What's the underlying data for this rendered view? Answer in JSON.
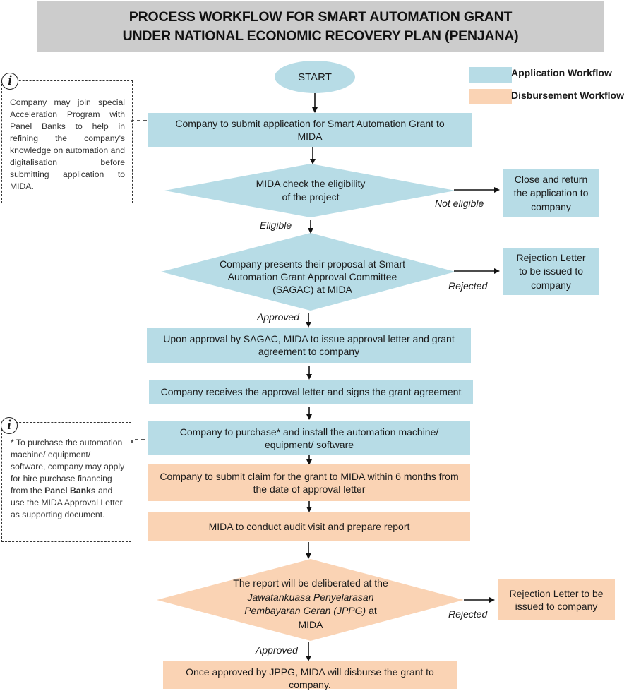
{
  "title": {
    "line1": "PROCESS WORKFLOW FOR SMART AUTOMATION GRANT",
    "line2": "UNDER NATIONAL ECONOMIC RECOVERY PLAN (PENJANA)"
  },
  "legend": {
    "items": [
      {
        "label": "Application Workflow",
        "color": "#b7dce6"
      },
      {
        "label": "Disbursement Workflow",
        "color": "#fad3b4"
      }
    ]
  },
  "colors": {
    "application": "#b7dce6",
    "disbursement": "#fad3b4",
    "title_bg": "#cccccc"
  },
  "notes": [
    {
      "icon": "info-icon",
      "text": "Company may join special Acceleration Program with Panel Banks to help in refining the company's knowledge on automation and digitalisation before submitting application to MIDA."
    },
    {
      "icon": "info-icon",
      "prefix": "* To purchase the automation machine/ equipment/ software, company may apply for hire purchase financing from the ",
      "bold": "Panel Banks",
      "suffix": " and use the MIDA Approval Letter as supporting document."
    }
  ],
  "flow": {
    "start": "START",
    "submit_application": "Company to submit application for Smart Automation Grant to MIDA",
    "eligibility_check": {
      "line1": "MIDA check the eligibility",
      "line2": "of the project"
    },
    "not_eligible_label": "Not eligible",
    "eligible_label": "Eligible",
    "close_return": "Close and return the application to company",
    "present_proposal": {
      "line1": "Company presents their proposal at Smart",
      "line2": "Automation Grant Approval Committee",
      "line3": "(SAGAC) at MIDA"
    },
    "rejected_label_1": "Rejected",
    "rejection_letter_1": "Rejection Letter to be issued to company",
    "approved_label_1": "Approved",
    "issue_approval": "Upon approval by SAGAC, MIDA to issue approval letter and grant agreement to company",
    "receive_approval": "Company receives the approval letter and signs the grant agreement",
    "purchase_install": "Company to purchase* and install the automation machine/ equipment/ software",
    "submit_claim": "Company to submit claim for the grant to MIDA within 6 months from the date of approval letter",
    "audit_visit": "MIDA to conduct audit visit and prepare report",
    "deliberation": {
      "line1": "The report will be deliberated at the",
      "line2_italic": "Jawatankuasa Penyelarasan",
      "line3_italic": "Pembayaran Geran (JPPG)",
      "line3_suffix": " at",
      "line4": "MIDA"
    },
    "rejected_label_2": "Rejected",
    "rejection_letter_2": "Rejection Letter to be issued to company",
    "approved_label_2": "Approved",
    "disburse": "Once approved by JPPG, MIDA will disburse the grant to company."
  }
}
